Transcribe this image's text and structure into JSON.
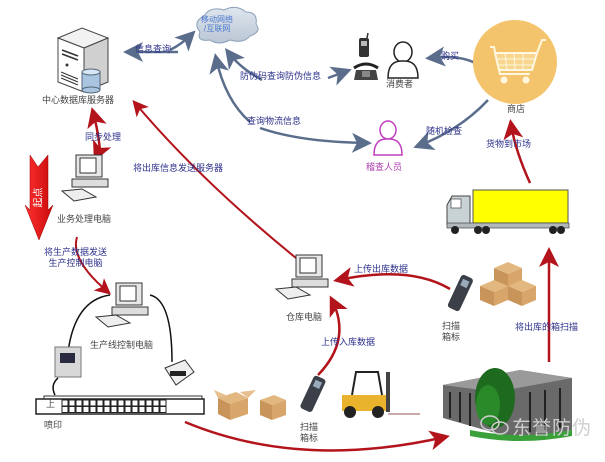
{
  "diagram": {
    "nodes": {
      "central_server": "中心数据库服务器",
      "mobile_network": "移动网络/互联网",
      "mobile_network_lines": [
        "移动网络",
        "/互联网"
      ],
      "consumer": "消费者",
      "store": "商店",
      "inspector": "稽查人员",
      "business_pc": "业务处理电脑",
      "production_pc": "生产线控制电脑",
      "warehouse_pc": "仓库电脑",
      "inkjet": "喷印",
      "conveyor_mark": "上",
      "scan_label_1": [
        "扫描",
        "箱标"
      ],
      "scan_label_2": [
        "扫描",
        "箱标"
      ]
    },
    "edges": {
      "info_query": "信息查询",
      "anti_fake_query": "防伪码查询防伪信息",
      "logistics_query": "查询物流信息",
      "purchase": "购买",
      "random_check": "随机检查",
      "goods_to_market": "货物到市场",
      "sync": "同步处理",
      "send_outbound_info": "将出库信息发送服务器",
      "send_production_data": [
        "将生产数据发送",
        "生产控制电脑"
      ],
      "upload_outbound": "上传出库数据",
      "upload_inbound": "上传入库数据",
      "scan_outbound_box": "将出库的箱扫描"
    },
    "start_arrow_label": "起点",
    "watermark": "东誉防伪",
    "colors": {
      "red_arrow": "#a8141c",
      "blue_arrow": "#5a6e8c",
      "label_text": "#2b2f8a",
      "store_circle": "#f4c46c",
      "truck_cargo": "#ffff00",
      "inspector": "#c040c0",
      "start_arrow": "#e01818"
    }
  }
}
